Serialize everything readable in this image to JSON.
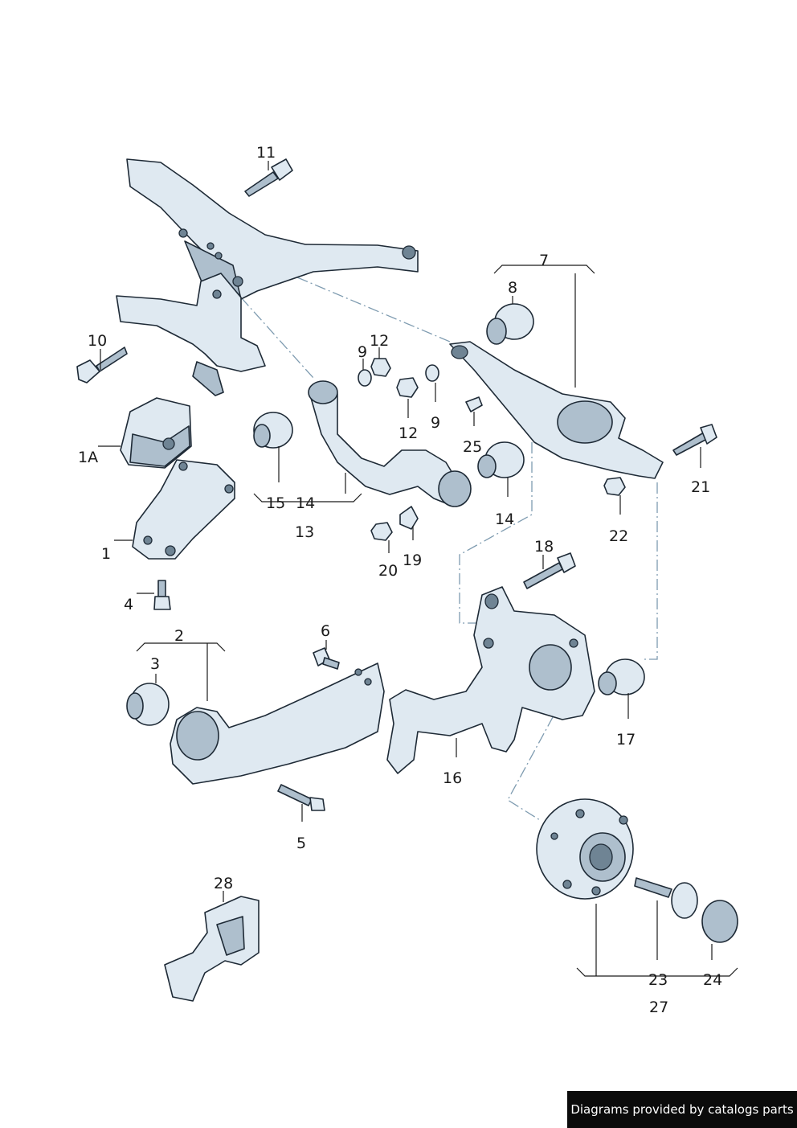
{
  "labels": {
    "p1": "1",
    "p1a": "1A",
    "p2": "2",
    "p3": "3",
    "p4": "4",
    "p5": "5",
    "p6": "6",
    "p7": "7",
    "p8": "8",
    "p9a": "9",
    "p9b": "9",
    "p10": "10",
    "p11": "11",
    "p12a": "12",
    "p12b": "12",
    "p13": "13",
    "p14a": "14",
    "p14b": "14",
    "p15": "15",
    "p16": "16",
    "p17": "17",
    "p18": "18",
    "p19": "19",
    "p20": "20",
    "p21": "21",
    "p22": "22",
    "p23": "23",
    "p24": "24",
    "p25": "25",
    "p27": "27",
    "p28": "28"
  },
  "watermark": "Diagrams provided by catalogs parts",
  "colors": {
    "part_fill": "#dfe9f1",
    "part_shade": "#aebfcd",
    "outline": "#1e2a36",
    "dash_line": "#7e9bb0"
  }
}
